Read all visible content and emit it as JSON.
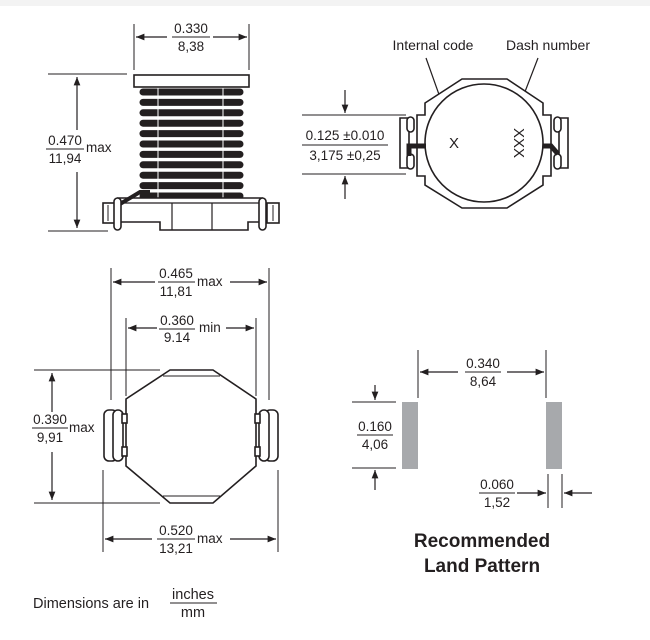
{
  "diagram": {
    "side_view": {
      "width_dim": {
        "inches": "0.330",
        "mm": "8,38"
      },
      "height_dim": {
        "inches": "0.470",
        "mm": "11,94",
        "qualifier": "max"
      },
      "coil_turns": 11
    },
    "top_view": {
      "callout_internal_code": "Internal code",
      "callout_dash_number": "Dash number",
      "mark_internal_code": "X",
      "mark_dash_number": "XXX",
      "terminal_dim": {
        "inches": "0.125 ±0.010",
        "mm": "3,175 ±0,25"
      }
    },
    "bottom_view": {
      "overall_width_dim": {
        "inches": "0.465",
        "mm": "11,81",
        "qualifier": "max"
      },
      "inner_width_dim": {
        "inches": "0.360",
        "mm": "9.14",
        "qualifier": "min"
      },
      "height_dim": {
        "inches": "0.390",
        "mm": "9,91",
        "qualifier": "max"
      },
      "terminal_width_dim": {
        "inches": "0.520",
        "mm": "13,21",
        "qualifier": "max"
      }
    },
    "land_pattern": {
      "title_line1": "Recommended",
      "title_line2": "Land Pattern",
      "spacing_dim": {
        "inches": "0.340",
        "mm": "8,64"
      },
      "pad_height_dim": {
        "inches": "0.160",
        "mm": "4,06"
      },
      "pad_width_dim": {
        "inches": "0.060",
        "mm": "1,52"
      },
      "pad_color": "#a7a9ac"
    },
    "footnote": {
      "text": "Dimensions are in",
      "unit_top": "inches",
      "unit_bottom": "mm"
    }
  }
}
